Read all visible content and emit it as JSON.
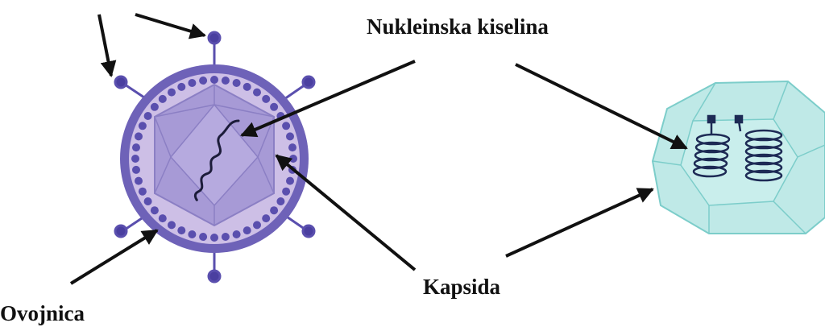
{
  "labels": {
    "nucleic_acid": "Nukleinska kiselina",
    "capsid": "Kapsida",
    "envelope": "Ovojnica"
  },
  "colors": {
    "envelope_outer": "#6e62b8",
    "envelope_fill": "#cdbfe6",
    "envelope_dots": "#5a4fae",
    "capsid_fill": "#a79ad6",
    "capsid_edge": "#8b7fc4",
    "nucleic_acid": "#1c1c3a",
    "naked_capsid_fill": "#bfe9e7",
    "naked_capsid_edge": "#7ccdca",
    "coil": "#1d2a55",
    "arrow": "#111111"
  },
  "icons": {
    "enveloped_virus": "enveloped-virus-icon",
    "naked_virus": "naked-virus-icon"
  }
}
